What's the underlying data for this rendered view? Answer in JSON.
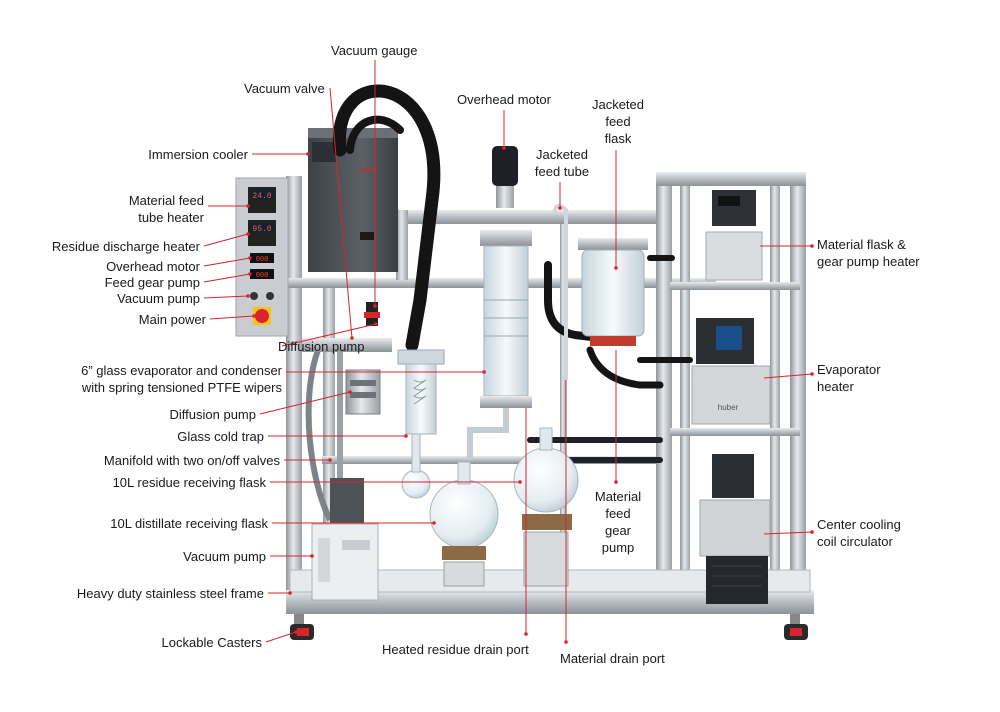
{
  "diagram": {
    "colors": {
      "leader": "#d9232d",
      "steel": "#b9bec4",
      "steel_dark": "#8a9097",
      "glass": "#dfe9ef",
      "hose": "#151515",
      "cooler": "#4a4f54"
    },
    "labels": {
      "vacuum_gauge": "Vacuum gauge",
      "vacuum_valve": "Vacuum valve",
      "overhead_motor_top": "Overhead motor",
      "jacketed_feed_flask": "Jacketed\nfeed\nflask",
      "jacketed_feed_tube": "Jacketed\nfeed tube",
      "immersion_cooler": "Immersion cooler",
      "material_feed_tube_heater": "Material feed\ntube heater",
      "residue_discharge_heater": "Residue discharge heater",
      "overhead_motor": "Overhead motor",
      "feed_gear_pump": "Feed gear pump",
      "vacuum_pump_switch": "Vacuum pump",
      "main_power": "Main power",
      "diffusion_pump_upper": "Diffusion pump",
      "evaporator_condenser": "6” glass evaporator and condenser\nwith spring tensioned PTFE wipers",
      "diffusion_pump_lower": "Diffusion pump",
      "glass_cold_trap": "Glass cold trap",
      "manifold": "Manifold with two on/off valves",
      "residue_flask": "10L residue receiving flask",
      "distillate_flask": "10L distillate receiving flask",
      "vacuum_pump": "Vacuum pump",
      "frame": "Heavy duty stainless steel frame",
      "casters": "Lockable Casters",
      "heated_residue_drain": "Heated residue drain port",
      "material_drain": "Material drain port",
      "material_feed_gear_pump": "Material\nfeed\ngear\npump",
      "material_flask_heater": "Material flask &\ngear pump heater",
      "evaporator_heater": "Evaporator\nheater",
      "center_cooling": "Center cooling\ncoil circulator"
    },
    "panel_readouts": {
      "feed_tube_heater": "24.0",
      "residue_heater": "95.0",
      "overhead_motor": "000",
      "gear_pump": "000"
    },
    "device_text": {
      "cooler_brand": "huber",
      "shelf_brand": "huber"
    }
  }
}
